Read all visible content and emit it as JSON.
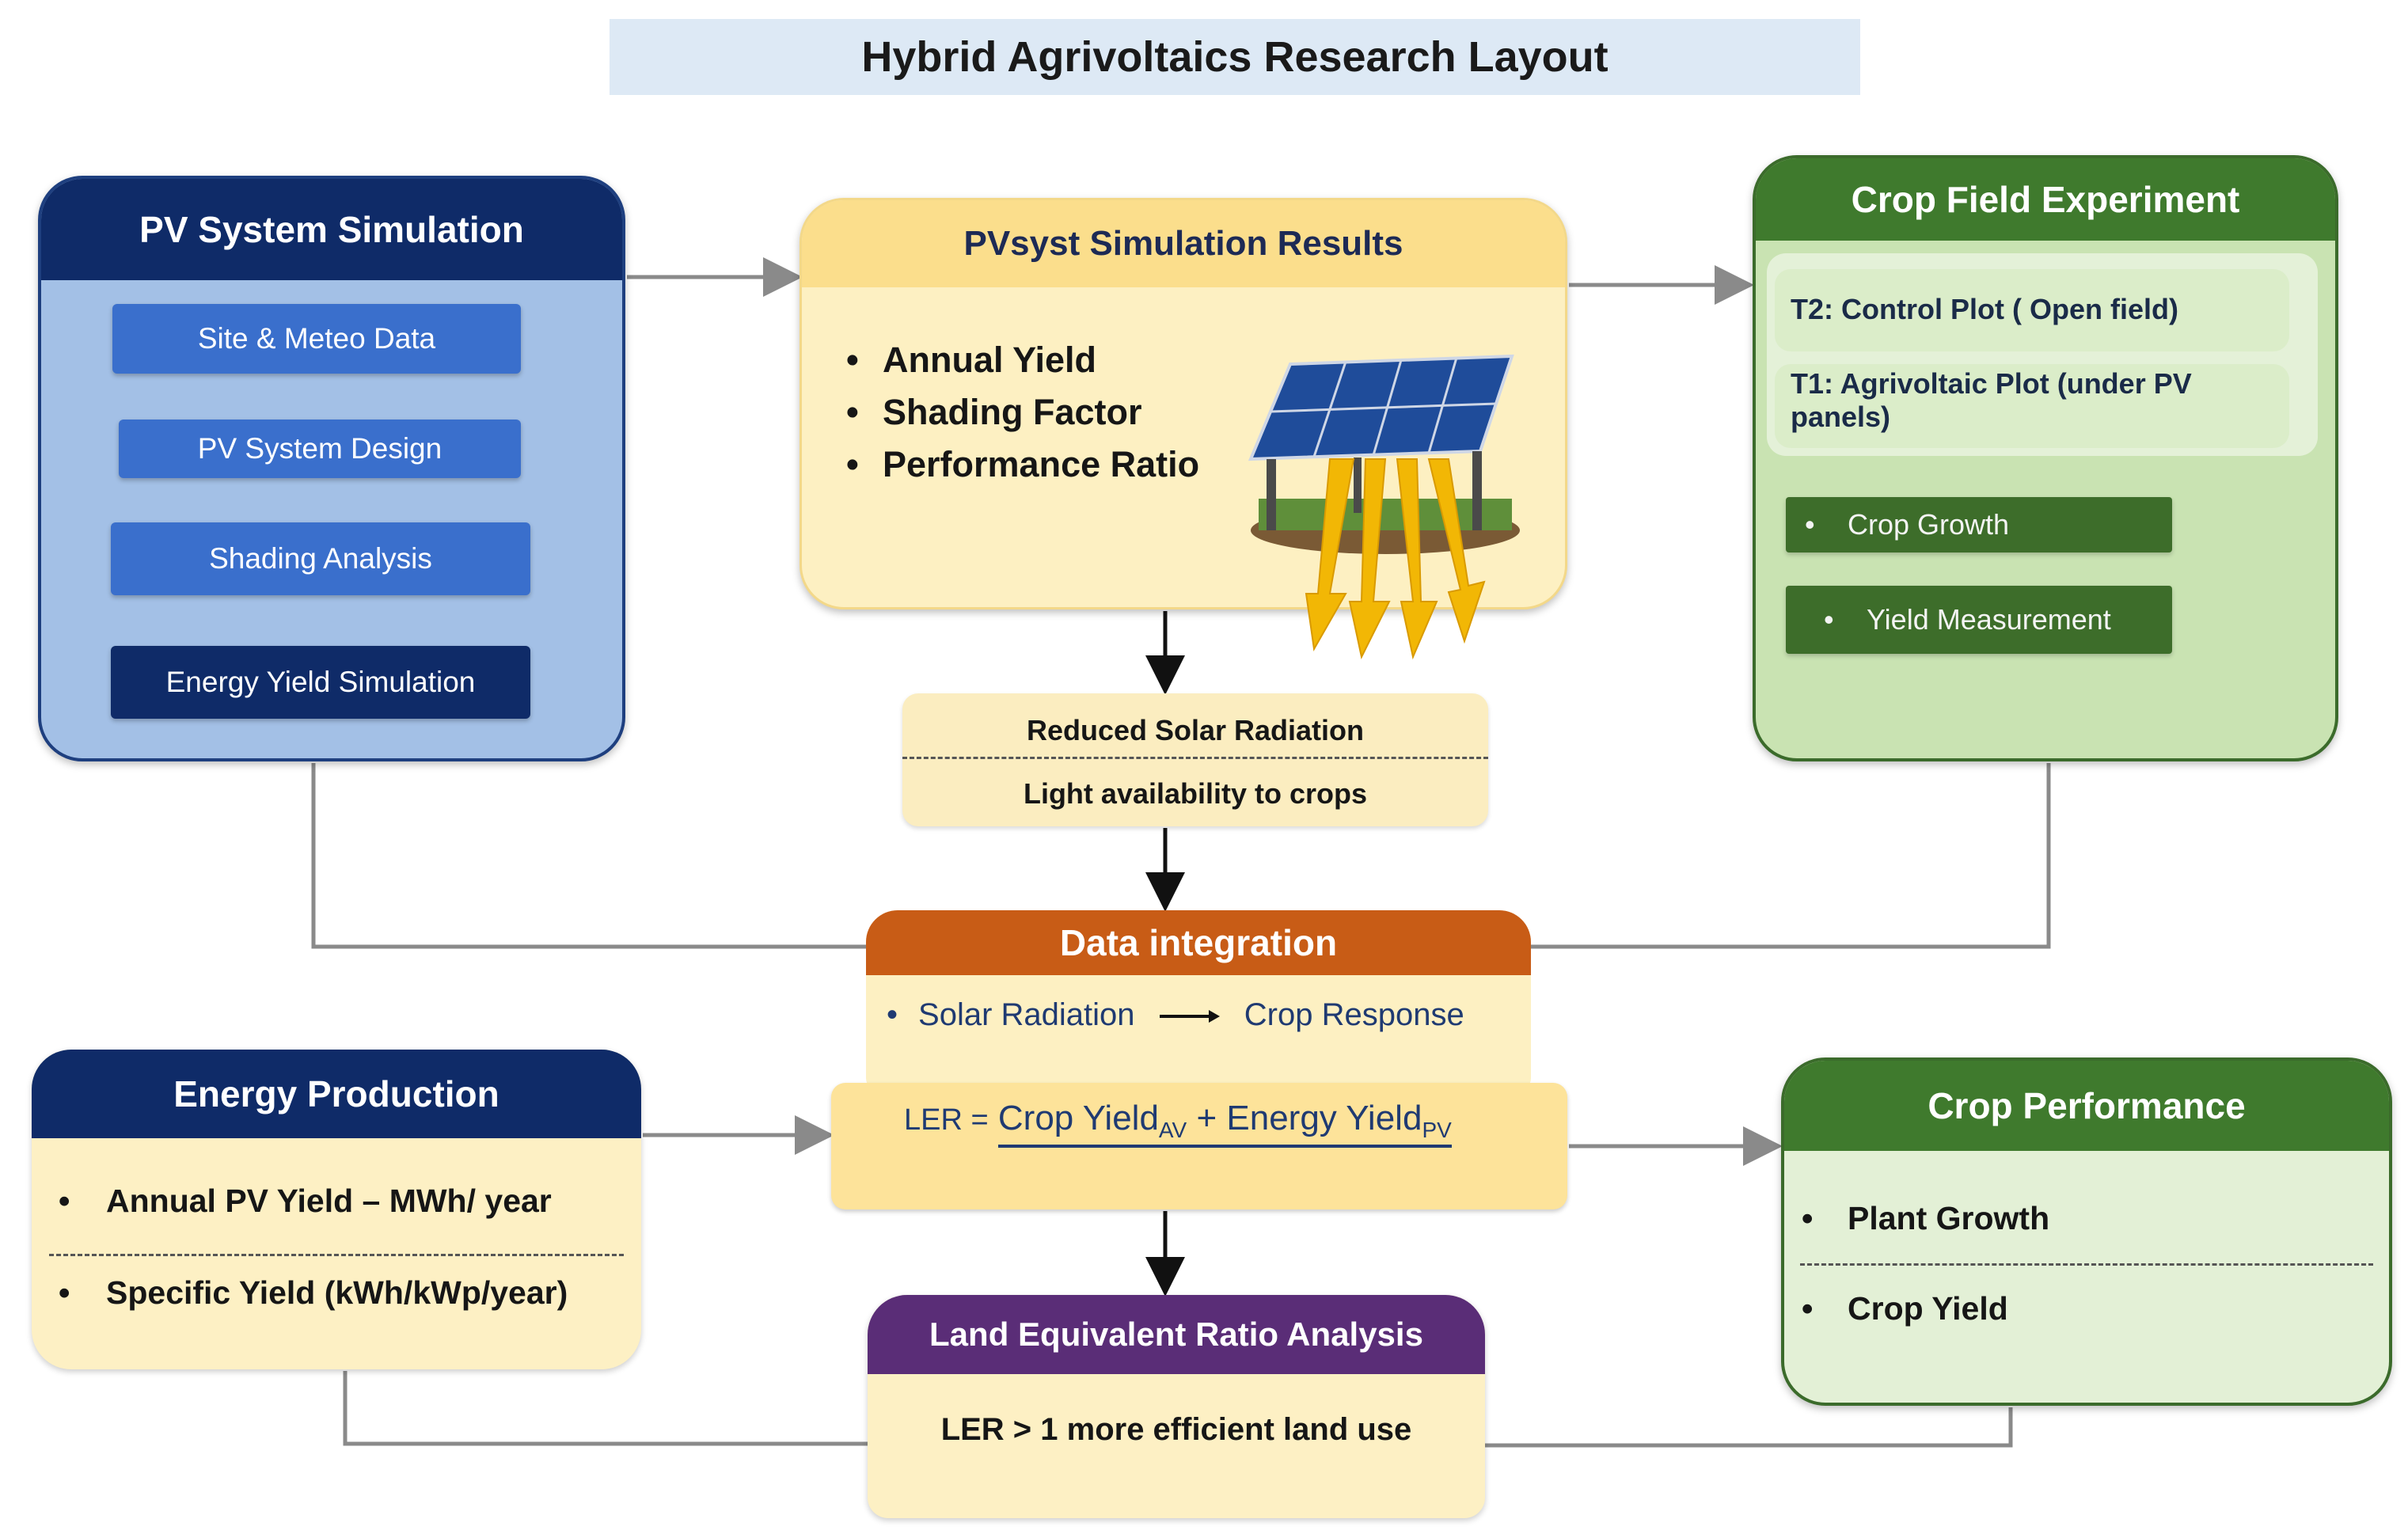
{
  "title": "Hybrid Agrivoltaics Research Layout",
  "pv_system": {
    "header": "PV System Simulation",
    "steps": [
      "Site & Meteo Data",
      "PV System Design",
      "Shading Analysis",
      "Energy Yield Simulation"
    ]
  },
  "pvsyst": {
    "header": "PVsyst Simulation Results",
    "items": [
      "Annual Yield",
      "Shading Factor",
      "Performance Ratio"
    ]
  },
  "crop_experiment": {
    "header": "Crop Field Experiment",
    "plots": [
      "T2: Control Plot ( Open field)",
      "T1: Agrivoltaic Plot (under PV panels)"
    ],
    "measures": [
      "Crop Growth",
      "Yield Measurement"
    ]
  },
  "reduced": {
    "line1": "Reduced Solar Radiation",
    "line2": "Light availability to crops"
  },
  "data_integration": {
    "header": "Data integration",
    "from": "Solar Radiation",
    "to": "Crop Response"
  },
  "ler_formula": {
    "label": "LER =",
    "term1": "Crop Yield",
    "term1_sub": "AV",
    "plus": "+",
    "term2": "Energy Yield",
    "term2_sub": "PV"
  },
  "energy_production": {
    "header": "Energy Production",
    "items": [
      "Annual PV Yield – MWh/ year",
      "Specific Yield (kWh/kWp/year)"
    ]
  },
  "crop_performance": {
    "header": "Crop Performance",
    "items": [
      "Plant Growth",
      "Crop Yield"
    ]
  },
  "ler_analysis": {
    "header": "Land Equivalent Ratio Analysis",
    "body": "LER > 1 more efficient land use"
  },
  "colors": {
    "navy": "#0f2b68",
    "blue_step": "#3b6fc8",
    "green": "#3f7a2d",
    "orange": "#c85c16",
    "purple": "#5a2d77",
    "yellow": "#fdf0c2"
  }
}
